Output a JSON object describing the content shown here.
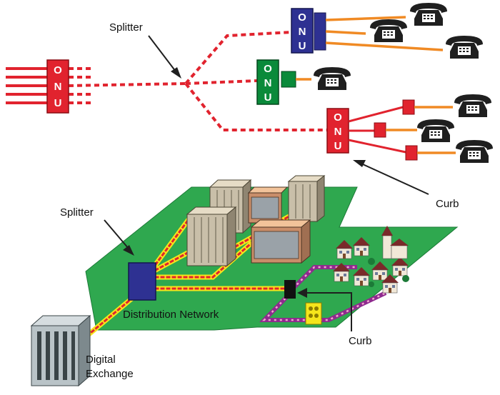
{
  "colors": {
    "fiber_red": "#e1232e",
    "copper_orange": "#f08a24",
    "onu_blue": "#2e3192",
    "onu_green": "#0a8a3a",
    "onu_red": "#e1232e",
    "ground_green": "#2fa84f",
    "yellow_path": "#f6e51b",
    "purple_path": "#8e2a8e",
    "phone_black": "#1f1f1f"
  },
  "top_diagram": {
    "onu_letters": [
      "O",
      "N",
      "U"
    ],
    "splitter_label": "Splitter",
    "curb_label": "Curb"
  },
  "bottom_diagram": {
    "splitter_label": "Splitter",
    "distribution_label": "Distribution Network",
    "curb_label": "Curb",
    "exchange_label_line1": "Digital",
    "exchange_label_line2": "Exchange"
  }
}
